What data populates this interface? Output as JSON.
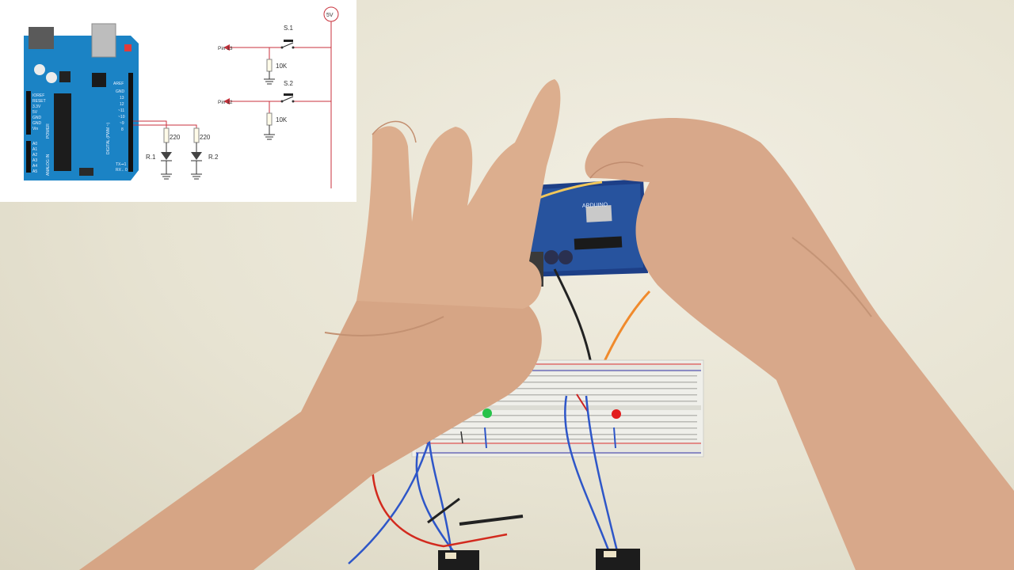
{
  "schematic": {
    "supply": "5V",
    "switches": [
      "S.1",
      "S.2"
    ],
    "pins": [
      "Pin 13",
      "Pin 12"
    ],
    "pulldowns": [
      "10K",
      "10K"
    ],
    "led_resistors": [
      "220",
      "220"
    ],
    "leds": [
      "R.1",
      "R.2"
    ],
    "board_labels": {
      "power": "POWER",
      "analog": "ANALOG IN",
      "digital": "DIGITAL (PWM ~)",
      "power_pins": [
        "IOREF",
        "RESET",
        "3.3V",
        "5V",
        "GND",
        "GND",
        "Vin"
      ],
      "analog_pins": [
        "A0",
        "A1",
        "A2",
        "A3",
        "A4",
        "A5"
      ],
      "digital_pins": [
        "AREF",
        "GND",
        "13",
        "12",
        "~11",
        "~10",
        "~9",
        "8"
      ],
      "tx": "TX➞1",
      "rx": "RX←0"
    }
  },
  "photo": {
    "board_logo": "ARDUINO",
    "led_colors": [
      "#27c24a",
      "#e21d1d"
    ],
    "wire_colors": {
      "red": "#d22a1e",
      "blue": "#2e56c8",
      "orange": "#f08a2c",
      "black": "#222222"
    }
  }
}
